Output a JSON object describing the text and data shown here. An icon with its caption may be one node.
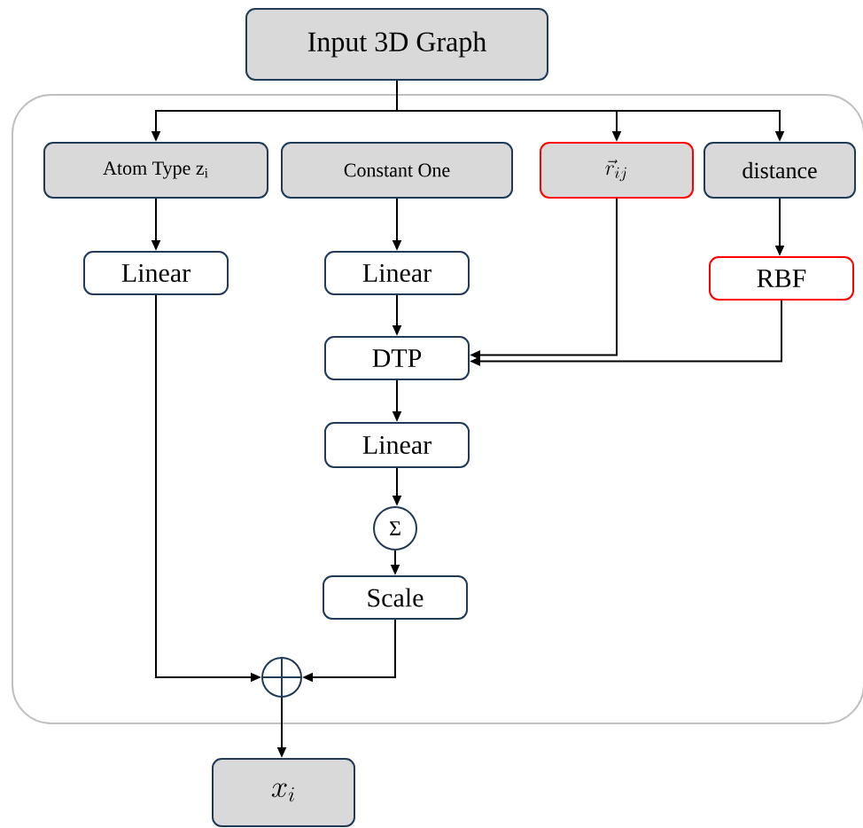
{
  "diagram": {
    "nodes": [
      {
        "text": [
          "Input 3D Graph"
        ]
      },
      {
        "text": [],
        "shape": "box"
      },
      {
        "text": [
          "Atom Type z$_{i}$"
        ],
        "in": 1
      },
      {
        "text": [
          "Constant One"
        ],
        "in": 1
      },
      {
        "text": [
          "\\vec{r}_{ij}"
        ],
        "in": 1
      },
      {
        "text": [
          "distance"
        ],
        "in": 1
      },
      {
        "text": [
          "Linear"
        ],
        "in": 1
      },
      {
        "text": [
          "Linear"
        ],
        "in": 1
      },
      {
        "text": [
          "RBF"
        ],
        "in": 1
      },
      {
        "text": [
          "DTP"
        ],
        "in": 1
      },
      {
        "text": [
          "Linear"
        ],
        "in": 1
      },
      {
        "text": [
          "Σ"
        ],
        "in": 1
      },
      {
        "text": [
          "Scale"
        ],
        "in": 1
      },
      {
        "text": [],
        "shape": "circle",
        "in": 1
      },
      {
        "text": [
          "x_i"
        ]
      }
    ],
    "edges": [
      {
        "from": 0,
        "to": 2,
        "arrow": "to"
      },
      {
        "from": 0,
        "to": 4,
        "arrow": "to"
      },
      {
        "from": 0,
        "to": 5,
        "arrow": "to"
      },
      {
        "from": 2,
        "to": 6,
        "arrow": "to"
      },
      {
        "from": 3,
        "to": 7,
        "arrow": "to"
      },
      {
        "from": 5,
        "to": 8,
        "arrow": "to"
      },
      {
        "from": 7,
        "to": 9,
        "arrow": "to"
      },
      {
        "from": 4,
        "to": 9,
        "arrow": "to"
      },
      {
        "from": 8,
        "to": 9,
        "arrow": "to"
      },
      {
        "from": 9,
        "to": 10,
        "arrow": "to"
      },
      {
        "from": 10,
        "to": 11,
        "arrow": "to"
      },
      {
        "from": 11,
        "to": 12,
        "arrow": "to"
      },
      {
        "from": 6,
        "to": 13,
        "arrow": "to"
      },
      {
        "from": 12,
        "to": 13,
        "arrow": "to"
      },
      {
        "from": 13,
        "to": 14,
        "arrow": "to"
      }
    ]
  }
}
